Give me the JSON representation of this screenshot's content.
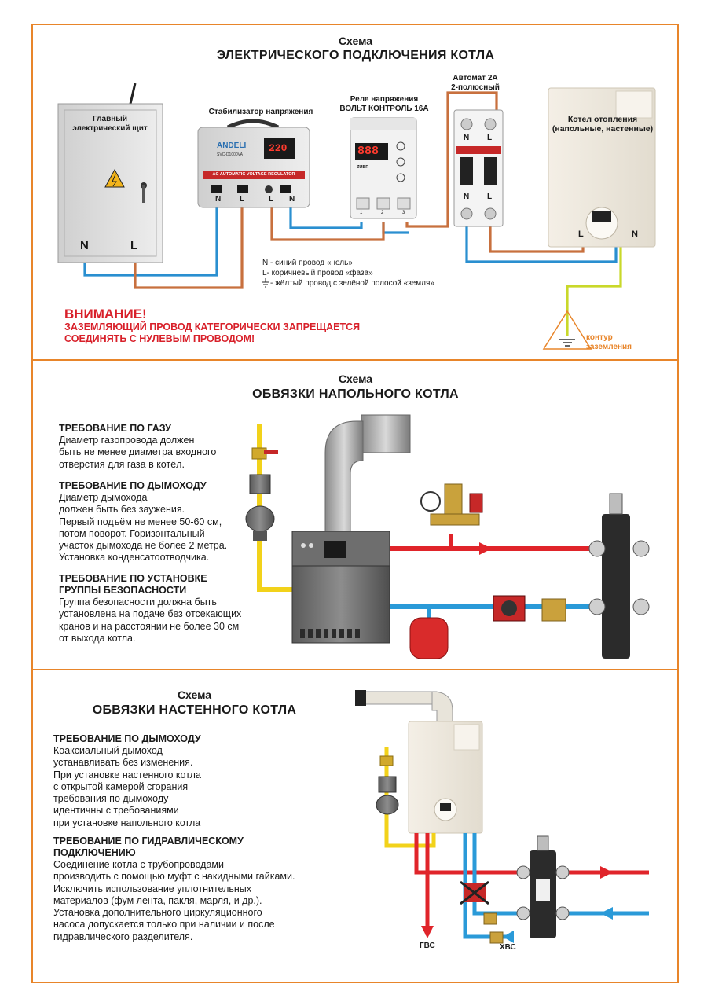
{
  "section1": {
    "title_small": "Схема",
    "title_big": "ЭЛЕКТРИЧЕСКОГО ПОДКЛЮЧЕНИЯ КОТЛА",
    "panel_label": "Главный\nэлектрический щит",
    "panel_n": "N",
    "panel_l": "L",
    "stabilizer_label": "Стабилизатор напряжения",
    "stabilizer_brand": "ANDELI",
    "stabilizer_model": "SVC-D1000VA",
    "stabilizer_display": "220",
    "stabilizer_strip": "AC AUTOMATIC VOLTAGE REGULATOR",
    "stabilizer_terms": [
      "N",
      "L",
      "L",
      "N"
    ],
    "relay_label": "Реле напряжения\nВОЛЬТ КОНТРОЛЬ 16А",
    "relay_display": "888",
    "relay_brand": "ZUBR",
    "relay_terms": [
      "1",
      "2",
      "3"
    ],
    "breaker_label": "Автомат 2А\n2-полюсный",
    "breaker_top": [
      "N",
      "L"
    ],
    "breaker_bottom": [
      "N",
      "L"
    ],
    "boiler_label": "Котел отопления\n(напольные, настенные)",
    "boiler_l": "L",
    "boiler_n": "N",
    "legend": [
      "N - синий провод «ноль»",
      "L- коричневый провод «фаза»",
      "- жёлтый провод с зелёной полосой «земля»"
    ],
    "ground_label": "контур\nзаземления",
    "warning_title": "ВНИМАНИЕ!",
    "warning_text": "ЗАЗЕМЛЯЮЩИЙ ПРОВОД КАТЕГОРИЧЕСКИ ЗАПРЕЩАЕТСЯ\nСОЕДИНЯТЬ С НУЛЕВЫМ ПРОВОДОМ!"
  },
  "section2": {
    "title_small": "Схема",
    "title_big": "ОБВЯЗКИ НАПОЛЬНОГО КОТЛА",
    "req_gas_title": "ТРЕБОВАНИЕ ПО ГАЗУ",
    "req_gas_body": "Диаметр газопровода должен\nбыть не менее диаметра входного\nотверстия для газа в котёл.",
    "req_chimney_title": "ТРЕБОВАНИЕ ПО ДЫМОХОДУ",
    "req_chimney_body": "Диаметр дымохода\nдолжен быть без заужения.\nПервый подъём не менее 50-60 см,\nпотом поворот. Горизонтальный\nучасток дымохода не более 2 метра.\nУстановка конденсатоотводчика.",
    "req_safety_title": "ТРЕБОВАНИЕ ПО УСТАНОВКЕ\nГРУППЫ БЕЗОПАСНОСТИ",
    "req_safety_body": "Группа безопасности должна быть\nустановлена на подаче без отсекающих\nкранов и на расстоянии не более 30 см\nот выхода котла."
  },
  "section3": {
    "title_small": "Схема",
    "title_big": "ОБВЯЗКИ НАСТЕННОГО КОТЛА",
    "req_chimney_title": "ТРЕБОВАНИЕ ПО ДЫМОХОДУ",
    "req_chimney_body": "Коаксиальный дымоход\nустанавливать без изменения.\nПри установке настенного котла\nс открытой камерой сгорания\nтребования по дымоходу\nидентичны с требованиями\nпри установке напольного котла",
    "req_hydro_title": "ТРЕБОВАНИЕ ПО ГИДРАВЛИЧЕСКОМУ\nПОДКЛЮЧЕНИЮ",
    "req_hydro_body": "Соединение котла с трубопроводами\nпроизводить с помощью муфт с накидными гайками.\nИсключить использование уплотнительных\nматериалов (фум лента, пакля, марля, и др.).\nУстановка дополнительного циркуляционного\nнасоса допускается только при наличии и после\nгидравлического разделителя.",
    "gvs_label": "ГВС",
    "hvs_label": "ХВС"
  },
  "colors": {
    "frame": "#e8852a",
    "neutral_wire": "#2a8fd0",
    "phase_wire": "#c8703e",
    "ground_wire": "#c9d82a",
    "supply_pipe": "#e0242a",
    "return_pipe": "#2a9ad8",
    "gas_pipe": "#f2d21a",
    "warning": "#d8202a"
  }
}
